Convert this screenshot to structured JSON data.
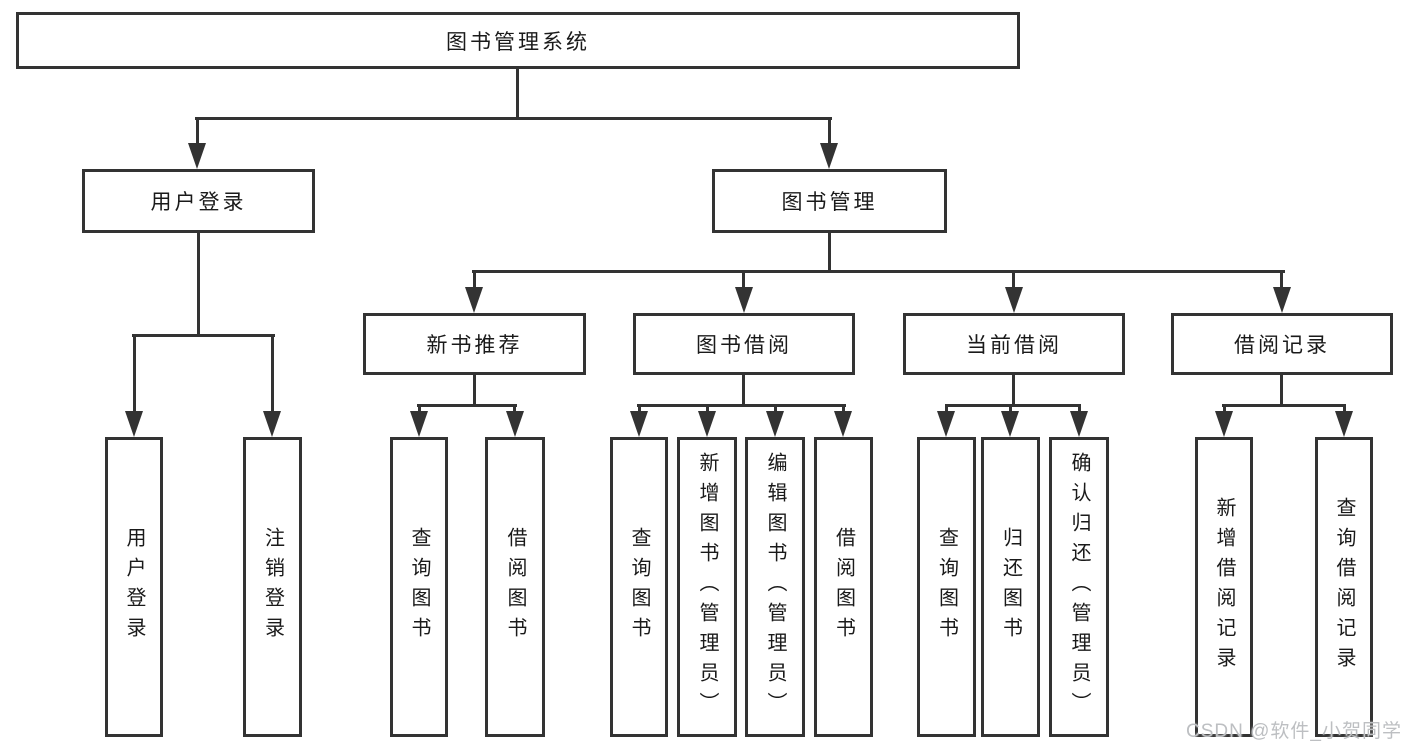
{
  "nodes": {
    "root": "图书管理系统",
    "user_login": "用户登录",
    "book_mgmt": "图书管理",
    "new_book_rec": "新书推荐",
    "book_borrow": "图书借阅",
    "current_borrow": "当前借阅",
    "borrow_record": "借阅记录",
    "leaf_user_login": "用户登录",
    "leaf_logout": "注销登录",
    "leaf_rec_query_book": "查询图书",
    "leaf_rec_borrow_book": "借阅图书",
    "leaf_bor_query_book": "查询图书",
    "leaf_bor_add_book": "新增图书（管理员）",
    "leaf_bor_edit_book": "编辑图书（管理员）",
    "leaf_bor_borrow_book": "借阅图书",
    "leaf_cur_query_book": "查询图书",
    "leaf_cur_return_book": "归还图书",
    "leaf_cur_confirm_return": "确认归还（管理员）",
    "leaf_record_add": "新增借阅记录",
    "leaf_record_query": "查询借阅记录"
  },
  "watermark": "CSDN @软件_小贺同学",
  "colors": {
    "line": "#333333",
    "text": "#1a1a1a",
    "background": "#ffffff",
    "watermark": "#bdbfc2"
  }
}
